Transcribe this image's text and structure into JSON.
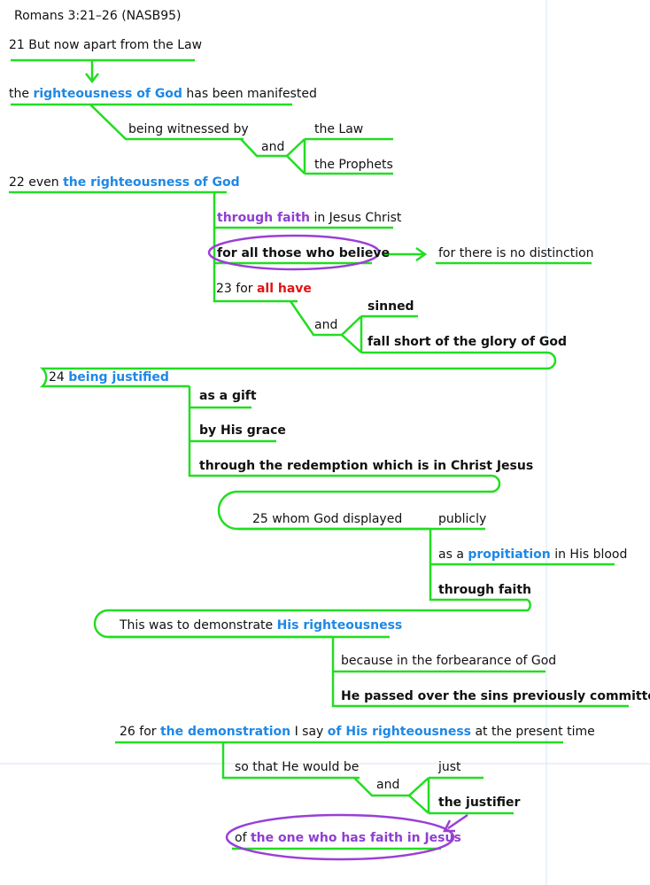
{
  "title": "Romans 3:21–26 (NASB95)",
  "colors": {
    "line": "#22dd22",
    "highlight_blue": "#1e88e5",
    "highlight_purple": "#8e3fd0",
    "highlight_red": "#e21414",
    "circle": "#9a3fd6",
    "text": "#111111"
  },
  "v21": {
    "intro": "21 But now apart from the Law",
    "the": "the ",
    "righteousness": "righteousness of God",
    "manifested": " has been manifested",
    "witnessed": "being witnessed by",
    "and": "and",
    "law": "the Law",
    "prophets": "the Prophets"
  },
  "v22": {
    "even": "22 even ",
    "righteousness": "the righteousness of God",
    "through_faith": "through faith",
    "in_jesus": " in Jesus Christ",
    "for_all": "for all those who believe",
    "no_distinction": "for there is no distinction"
  },
  "v23": {
    "for": "23 for ",
    "all_have": "all have",
    "and": "and",
    "sinned": "sinned",
    "fall_short": "fall short of the glory of God"
  },
  "v24": {
    "num": "24 ",
    "justified": "being justified",
    "gift": "as a gift",
    "grace": "by His grace",
    "redemption": "through the redemption which is in Christ Jesus"
  },
  "v25": {
    "whom": "25 whom God displayed",
    "publicly": "publicly",
    "as_a": "as a ",
    "propitiation": "propitiation",
    "in_blood": " in His blood",
    "through_faith": "through faith",
    "demonstrate": "This was to demonstrate ",
    "his_righteousness": "His righteousness",
    "forbearance": "because in the forbearance of God",
    "passed_over": "He passed over the sins previously committed"
  },
  "v26": {
    "for": "26 for ",
    "demonstration": "the demonstration",
    "i_say": " I say ",
    "of_his": "of His righteousness",
    "present": " at the present time",
    "so_that": "so that He would be",
    "and": "and",
    "just": "just",
    "justifier": "the justifier",
    "of": "of ",
    "one_who": "the one who has faith in Jesus"
  }
}
